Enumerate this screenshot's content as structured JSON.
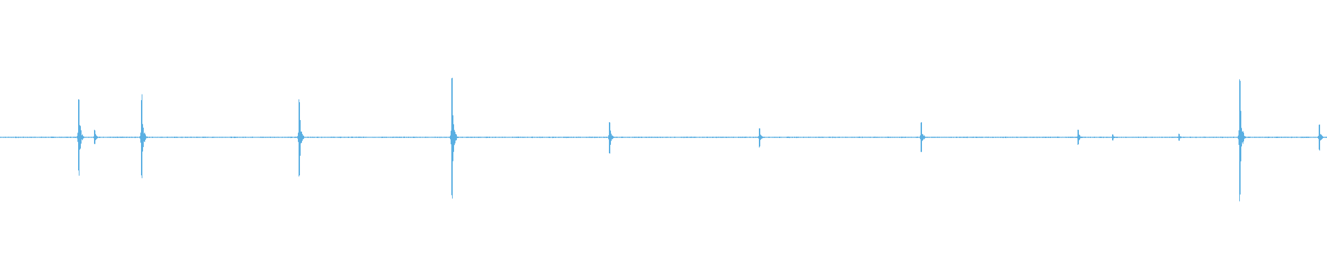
{
  "waveform": {
    "color": "#5aafe2",
    "baseline_noise": 0.012,
    "transients": [
      {
        "t": 0.059,
        "amp": 0.6
      },
      {
        "t": 0.071,
        "amp": 0.12
      },
      {
        "t": 0.106,
        "amp": 0.68
      },
      {
        "t": 0.225,
        "amp": 0.62
      },
      {
        "t": 0.34,
        "amp": 0.96
      },
      {
        "t": 0.459,
        "amp": 0.26
      },
      {
        "t": 0.572,
        "amp": 0.16
      },
      {
        "t": 0.694,
        "amp": 0.25
      },
      {
        "t": 0.812,
        "amp": 0.12
      },
      {
        "t": 0.838,
        "amp": 0.05
      },
      {
        "t": 0.888,
        "amp": 0.06
      },
      {
        "t": 0.934,
        "amp": 1.0
      },
      {
        "t": 0.994,
        "amp": 0.21
      }
    ]
  }
}
